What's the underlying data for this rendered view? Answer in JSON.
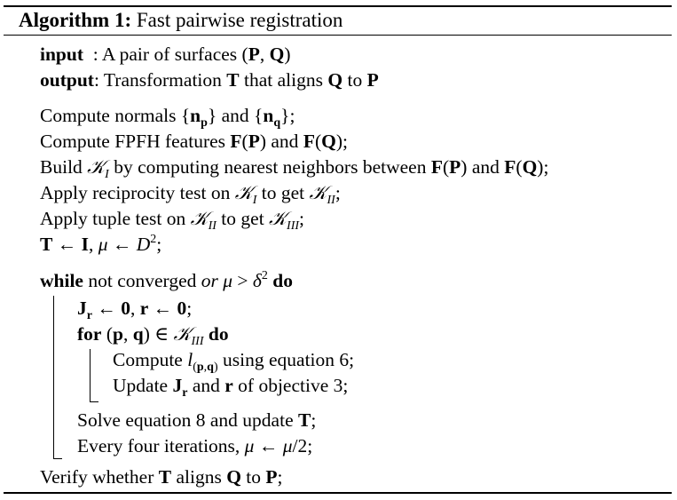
{
  "algorithm": {
    "label": "Algorithm 1:",
    "title": "Fast pairwise registration",
    "input_keyword": "input",
    "input_text": ": A pair of surfaces (P, Q)",
    "output_keyword": "output",
    "output_text": ": Transformation T that aligns Q to P",
    "steps": [
      "Compute normals {np} and {nq};",
      "Compute FPFH features F(P) and F(Q);",
      "Build KI by computing nearest neighbors between F(P) and F(Q);",
      "Apply reciprocity test on KI to get KII;",
      "Apply tuple test on KII to get KIII;",
      "T ← I, μ ← D²;"
    ],
    "while_keyword": "while",
    "while_condition": "not converged or μ > δ²",
    "do_keyword": "do",
    "while_body": {
      "init": "Jr ← 0, r ← 0;",
      "for_keyword": "for",
      "for_condition": "(p, q) ∈ KIII",
      "for_body": [
        "Compute l(p,q) using equation 6;",
        "Update Jr and r of objective 3;"
      ],
      "after_for": [
        "Solve equation 8 and update T;",
        "Every four iterations, μ ← μ/2;"
      ]
    },
    "final_step": "Verify whether T aligns Q to P;"
  }
}
